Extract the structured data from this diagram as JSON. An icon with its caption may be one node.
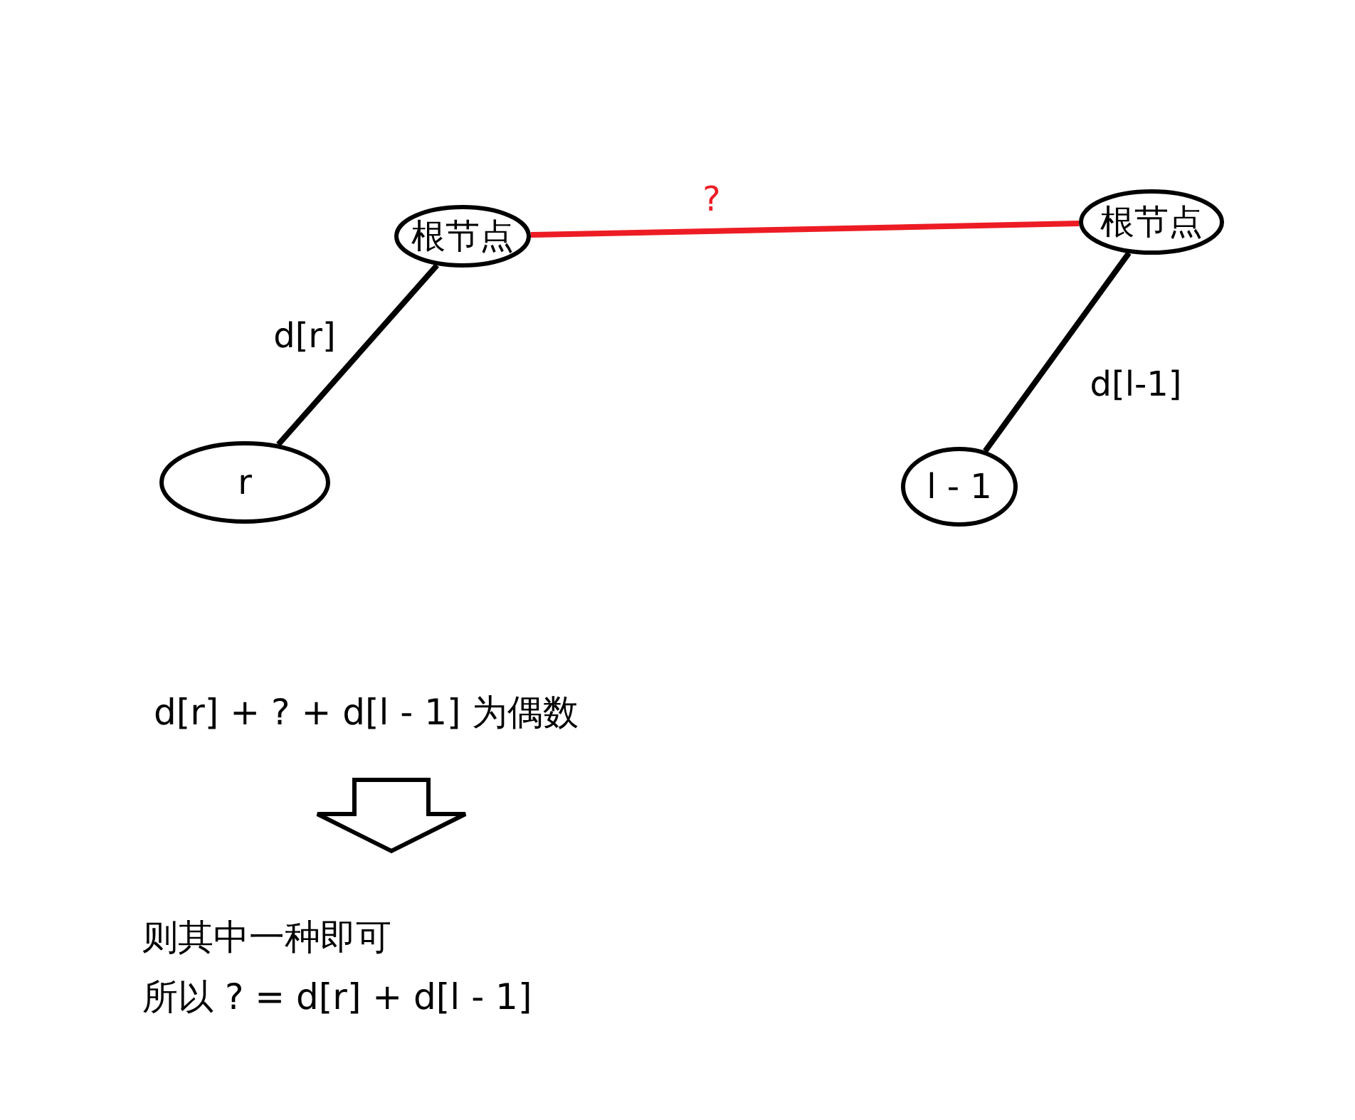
{
  "diagram": {
    "nodes": [
      {
        "text": [
          "根节点"
        ]
      },
      {
        "text": [
          "根节点"
        ]
      },
      {
        "text": [
          "r"
        ]
      },
      {
        "text": [
          "l - 1"
        ]
      },
      {
        "text": [
          "d[r] + ? + d[l - 1] 为偶数"
        ]
      },
      {
        "text": [
          "则其中一种即可",
          "所以 ? = d[r] + d[l - 1]"
        ]
      }
    ],
    "edges": [
      {
        "from": 0,
        "to": 1,
        "arrow": "none",
        "label": "?",
        "color": "#ed1c24"
      },
      {
        "from": 0,
        "to": 2,
        "arrow": "none",
        "label": "d[r]"
      },
      {
        "from": 1,
        "to": 3,
        "arrow": "none",
        "label": "d[l-1]"
      },
      {
        "from": 4,
        "to": 5,
        "arrow": "to",
        "style": "thick"
      }
    ]
  }
}
